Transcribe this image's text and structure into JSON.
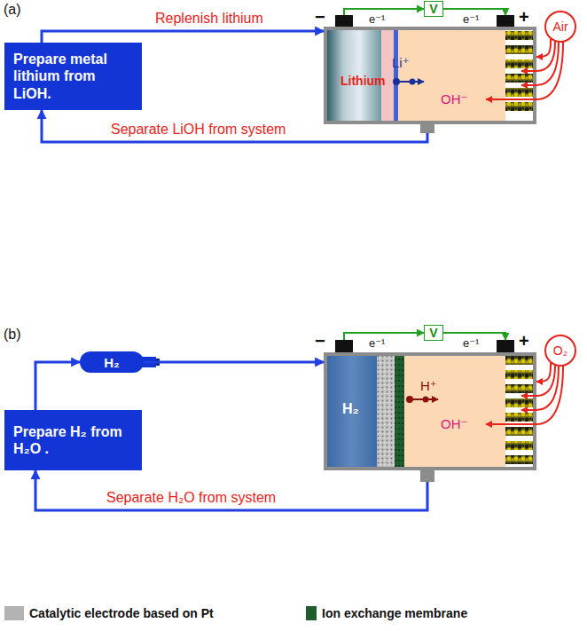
{
  "diagram": {
    "nodes": [
      {
        "text": [
          "Prepare metal lithium from LiOH."
        ]
      },
      {
        "text": [
          "Lithium",
          "Li⁺",
          "OH⁻"
        ]
      },
      {
        "text": [
          "V"
        ]
      },
      {
        "text": [
          "Air"
        ]
      },
      {
        "text": [
          "Prepare H₂ from H₂O ."
        ]
      },
      {
        "text": [
          "H₂"
        ]
      },
      {
        "text": [
          "H₂",
          "H⁺",
          "OH⁻"
        ]
      },
      {
        "text": [
          "V"
        ]
      },
      {
        "text": [
          "O₂"
        ]
      }
    ],
    "edges": [
      {
        "from": 0,
        "to": 1,
        "label": "Replenish lithium",
        "arrow": "to"
      },
      {
        "from": 1,
        "to": 0,
        "label": "Separate LiOH from system",
        "arrow": "to"
      },
      {
        "from": 1,
        "to": 2,
        "label": "e⁻¹",
        "arrow": "to"
      },
      {
        "from": 2,
        "to": 1,
        "label": "e⁻¹",
        "arrow": "to"
      },
      {
        "from": 3,
        "to": 1,
        "arrow": "to"
      },
      {
        "from": 4,
        "to": 5,
        "arrow": "to"
      },
      {
        "from": 5,
        "to": 6,
        "arrow": "to"
      },
      {
        "from": 6,
        "to": 4,
        "label": "Separate H₂O from system",
        "arrow": "to"
      },
      {
        "from": 6,
        "to": 7,
        "label": "e⁻¹",
        "arrow": "to"
      },
      {
        "from": 7,
        "to": 6,
        "label": "e⁻¹",
        "arrow": "to"
      },
      {
        "from": 8,
        "to": 6,
        "arrow": "to"
      }
    ],
    "labels": [
      "(a)",
      "−",
      "+",
      "(b)",
      "−",
      "+"
    ],
    "legend": [
      {
        "text": "Catalytic electrode based on Pt",
        "color": "#b3b3b3"
      },
      {
        "text": "Ion exchange membrane",
        "color": "#1f5c2e"
      }
    ]
  }
}
